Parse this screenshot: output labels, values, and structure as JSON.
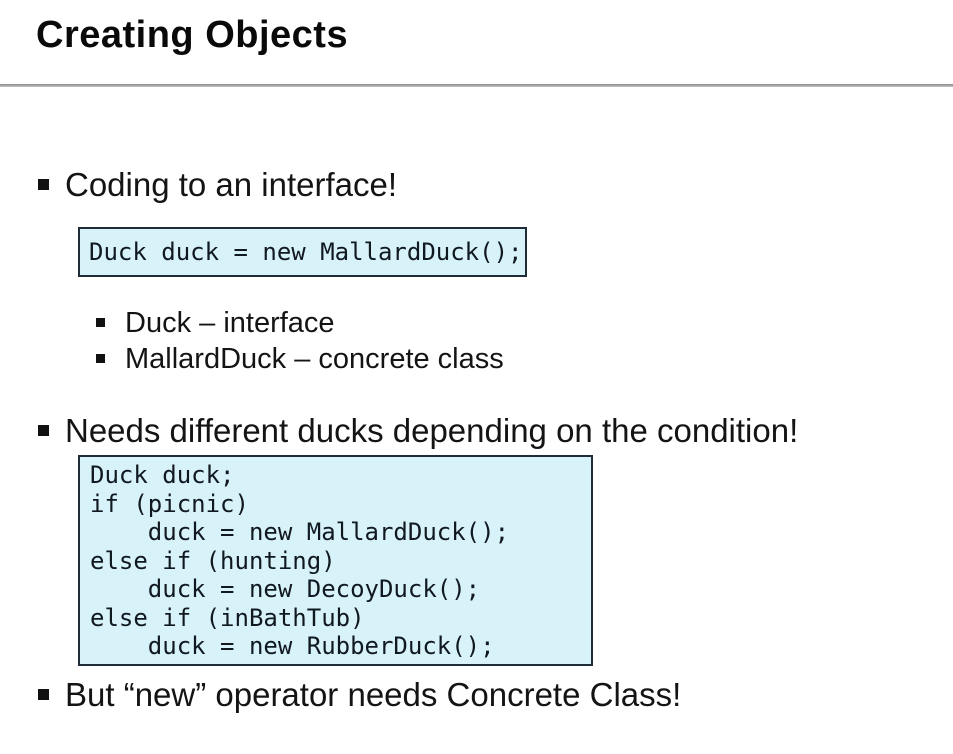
{
  "header": {
    "title": "Creating Objects"
  },
  "content": {
    "bullet1": "Coding to an interface!",
    "code1": "Duck duck = new MallardDuck();",
    "subbullet1": "Duck – interface",
    "subbullet2": "MallardDuck – concrete class",
    "bullet2": "Needs different ducks depending on the condition!",
    "code2": "Duck duck;\nif (picnic)\n    duck = new MallardDuck();\nelse if (hunting)\n    duck = new DecoyDuck();\nelse if (inBathTub)\n    duck = new RubberDuck();",
    "bullet3": "But “new” operator needs Concrete Class!"
  },
  "colors": {
    "code_bg": "#d8f2f9",
    "code_border": "#1f2b36",
    "divider": "#9a9a9a",
    "text": "#121212"
  }
}
